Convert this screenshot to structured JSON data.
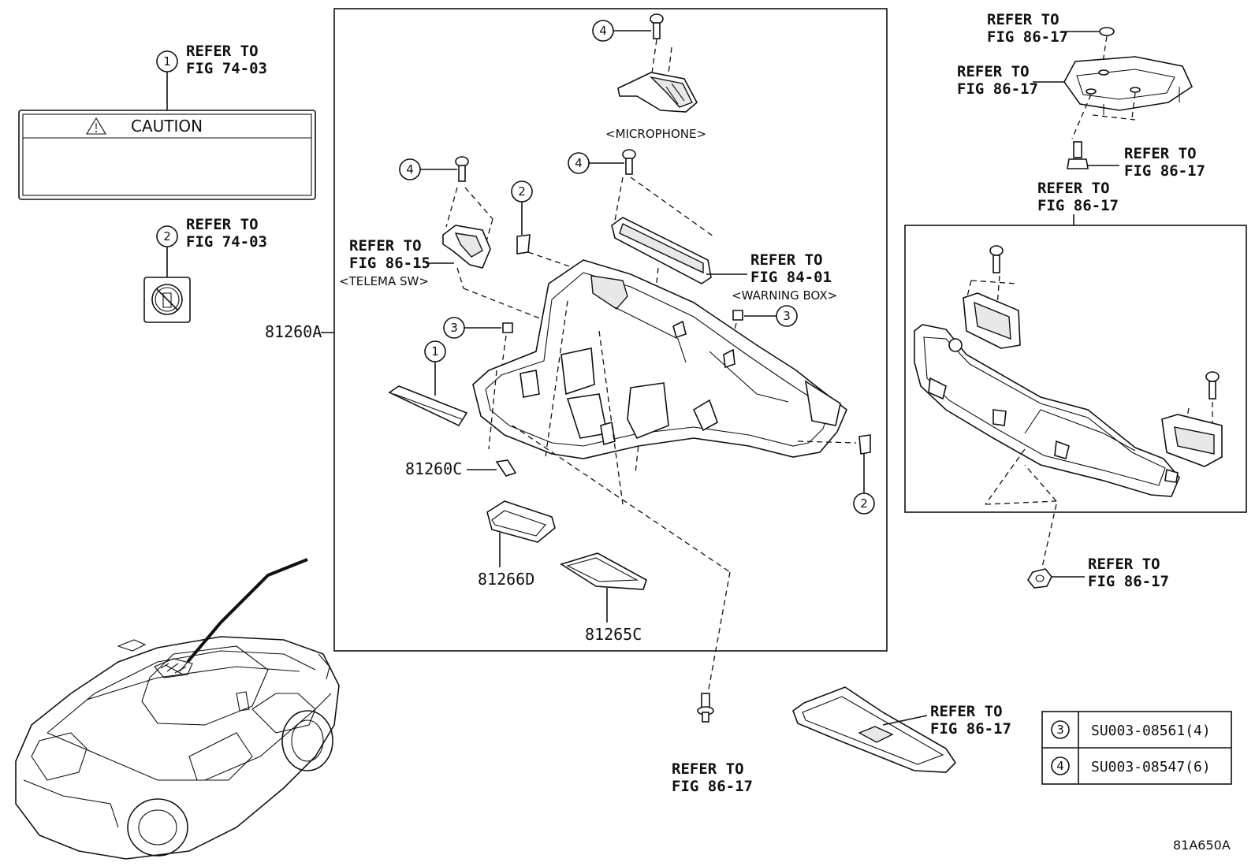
{
  "refer_to": "REFER TO",
  "fig_74_03": "FIG 74-03",
  "fig_86_15": "FIG 86-15",
  "fig_84_01": "FIG 84-01",
  "fig_86_17": "FIG 86-17",
  "caution": "CAUTION",
  "microphone": "<MICROPHONE>",
  "telema_sw": "<TELEMA SW>",
  "warning_box": "<WARNING BOX>",
  "parts": {
    "p81260A": "81260A",
    "p81260C": "81260C",
    "p81266D": "81266D",
    "p81265C": "81265C"
  },
  "callouts": {
    "c1": "1",
    "c2": "2",
    "c3": "3",
    "c4": "4"
  },
  "legend": [
    {
      "num": "3",
      "part": "SU003-08561(4)"
    },
    {
      "num": "4",
      "part": "SU003-08547(6)"
    }
  ],
  "diagram_id": "81A650A",
  "icons": [
    "warning-triangle-icon",
    "prohibition-icon"
  ]
}
